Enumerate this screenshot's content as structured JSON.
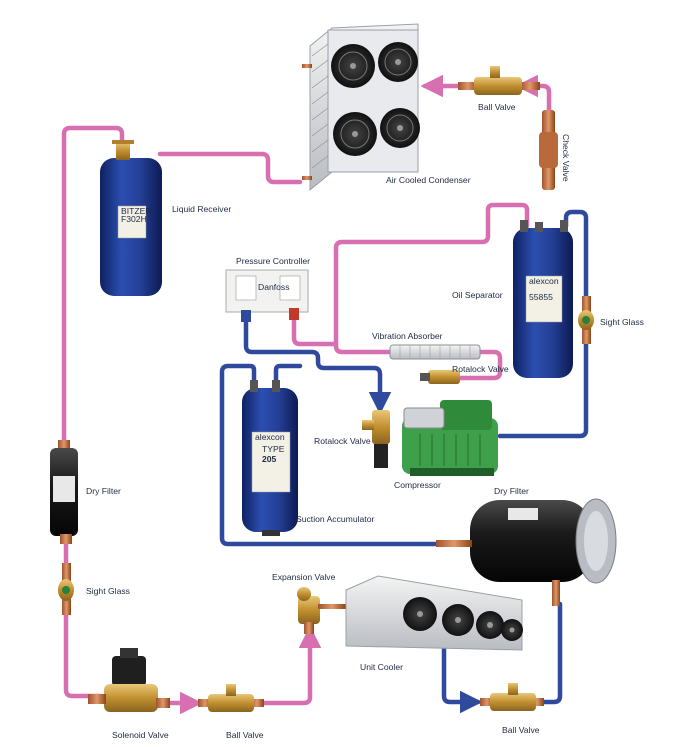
{
  "colors": {
    "discharge_line": "#d86fb0",
    "suction_line": "#2f4a9c",
    "tank_blue": "#1f3a8a",
    "brass": "#c99a3a",
    "label_text": "#1f2a44"
  },
  "labels": {
    "air_cooled_condenser": "Air Cooled Condenser",
    "ball_valve_top": "Ball Valve",
    "check_valve": "Check Valve",
    "liquid_receiver": "Liquid Receiver",
    "pressure_controller": "Pressure Controller",
    "oil_separator": "Oil Separator",
    "sight_glass_right": "Sight Glass",
    "vibration_absorber": "Vibration Absorber",
    "rotalock_valve_small": "Rotalock Valve",
    "rotalock_valve": "Rotalock Valve",
    "compressor": "Compressor",
    "dry_filter_left": "Dry Filter",
    "dry_filter_right": "Dry Filter",
    "suction_accumulator": "Suction Accumulator",
    "sight_glass_left": "Sight Glass",
    "expansion_valve": "Expansion Valve",
    "unit_cooler": "Unit Cooler",
    "solenoid_valve": "Solenoid Valve",
    "ball_valve_bottom": "Ball Valve",
    "ball_valve_bottom_right": "Ball Valve"
  },
  "device_text": {
    "receiver_brand": "BITZER",
    "receiver_model": "F302H",
    "oil_sep_brand": "alexcon",
    "oil_sep_model": "55855",
    "accumulator_brand": "alexcon",
    "accumulator_type": "TYPE",
    "accumulator_model": "205",
    "controller_brand": "Danfoss"
  },
  "icons": [
    "fan-icon",
    "valve-handle-icon",
    "flow-arrow-icon"
  ]
}
